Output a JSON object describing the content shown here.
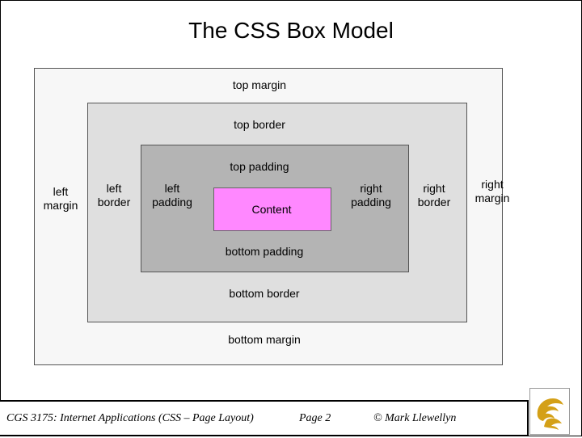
{
  "title": "The CSS Box Model",
  "diagram": {
    "margin": {
      "top": "top margin",
      "bottom": "bottom margin",
      "left": "left\nmargin",
      "right": "right\nmargin"
    },
    "border": {
      "top": "top border",
      "bottom": "bottom border",
      "left": "left\nborder",
      "right": "right\nborder"
    },
    "padding": {
      "top": "top padding",
      "bottom": "bottom padding",
      "left": "left\npadding",
      "right": "right\npadding"
    },
    "content": "Content"
  },
  "footer": {
    "course": "CGS 3175: Internet Applications (CSS – Page Layout)",
    "page": "Page 2",
    "copyright": "© Mark Llewellyn"
  },
  "colors": {
    "margin_fill": "#f7f7f7",
    "border_fill": "#dfdfdf",
    "padding_fill": "#b4b4b4",
    "content_fill": "#ff88ff",
    "logo_gold": "#d4a017"
  },
  "logo_icon": "pegasus-logo-icon"
}
